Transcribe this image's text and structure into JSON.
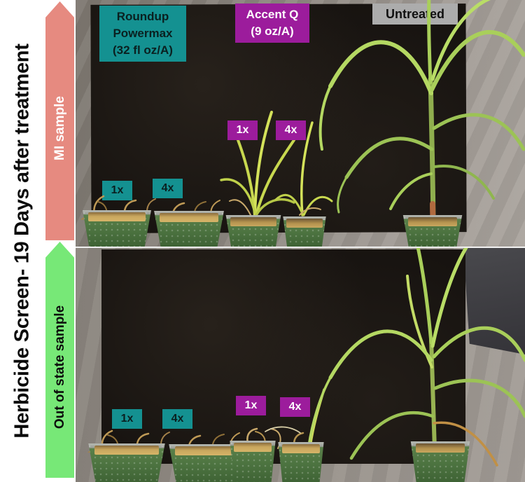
{
  "figure": {
    "title": "Herbicide Screen- 19 Days after treatment"
  },
  "samples": {
    "mi": {
      "label": "MI sample"
    },
    "out_of_state": {
      "label": "Out of state sample"
    }
  },
  "treatments": {
    "roundup": {
      "name": "Roundup Powermax",
      "rate": "(32 fl oz/A)"
    },
    "accent": {
      "name": "Accent Q",
      "rate": "(9 oz/A)"
    },
    "untreated": {
      "name": "Untreated"
    }
  },
  "doses": {
    "low": "1x",
    "high": "4x"
  },
  "colors": {
    "teal": "#149191",
    "purple": "#9C1C9C",
    "gray_label": "#ACACAC",
    "mi_arrow": "#E68A80",
    "out_arrow": "#77E877",
    "board_black": "#171310",
    "healthy_leaf": "#AFD45E",
    "injured_leaf": "#CEDE5F",
    "dead_residue": "#BF9A56"
  }
}
